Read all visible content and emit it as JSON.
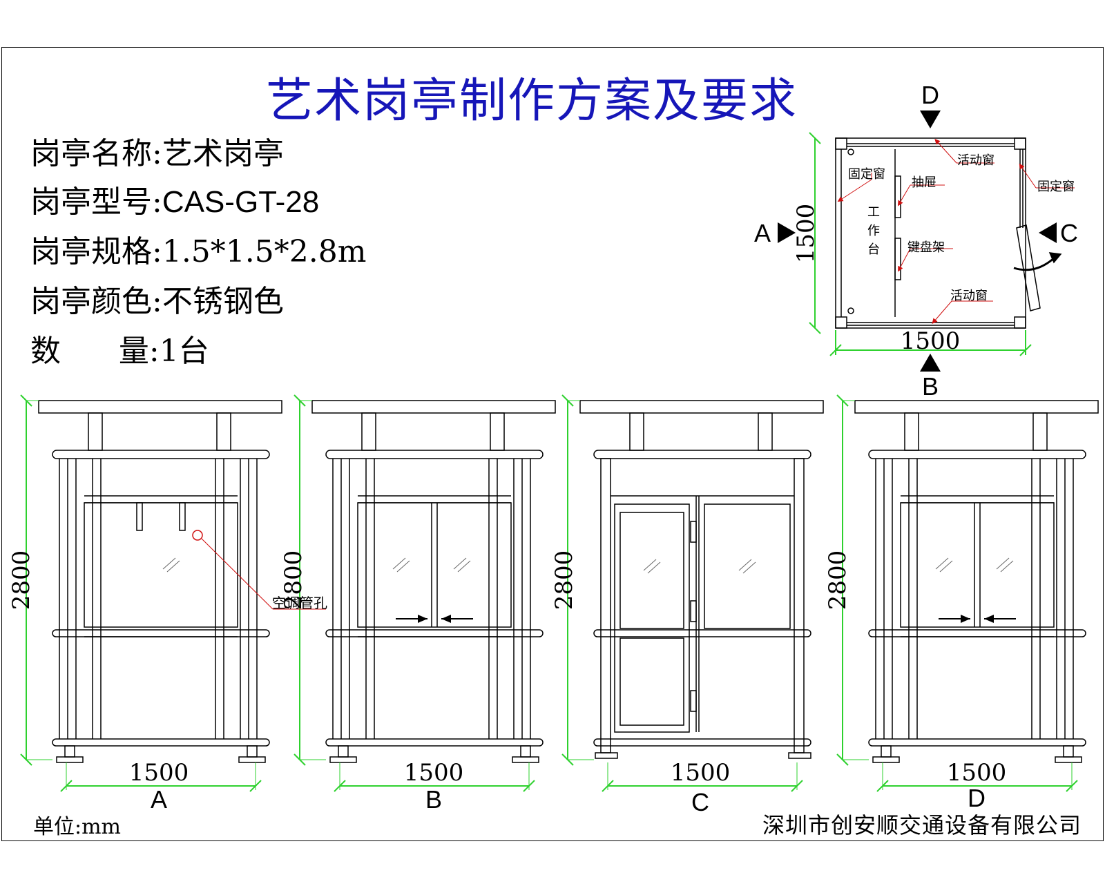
{
  "title": "艺术岗亭制作方案及要求",
  "specs": [
    {
      "label": "岗亭名称:",
      "value": "艺术岗亭"
    },
    {
      "label": "岗亭型号:",
      "value": "CAS-GT-28"
    },
    {
      "label": "岗亭规格:",
      "value": "1.5*1.5*2.8m"
    },
    {
      "label": "岗亭颜色:",
      "value": "不锈钢色"
    },
    {
      "label": "数      量:",
      "value": "1台"
    }
  ],
  "unit_label": "单位:mm",
  "company": "深圳市创安顺交通设备有限公司",
  "plan": {
    "width_dim": "1500",
    "depth_dim": "1500",
    "arrows": [
      "A",
      "B",
      "C",
      "D"
    ],
    "callouts": [
      "活动窗",
      "固定窗",
      "抽屉",
      "键盘架",
      "活动窗",
      "固定窗"
    ],
    "desk": [
      "工",
      "作",
      "台"
    ]
  },
  "elevations": [
    {
      "label": "A",
      "height_dim": "2800",
      "width_dim": "1500"
    },
    {
      "label": "B",
      "height_dim": "2800",
      "width_dim": "1500"
    },
    {
      "label": "C",
      "height_dim": "2800",
      "width_dim": "1500"
    },
    {
      "label": "D",
      "height_dim": "2800",
      "width_dim": "1500"
    }
  ],
  "ac_hole_label": "空调管孔",
  "colors": {
    "title": "#1616b8",
    "dimension": "#2ed12e",
    "callout": "#d01010"
  }
}
